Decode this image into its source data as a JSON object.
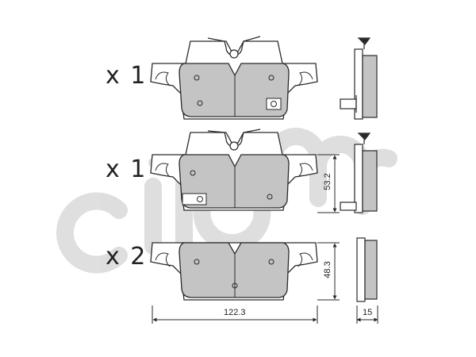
{
  "watermark": {
    "text": "cifam",
    "color": "#d9d9d9"
  },
  "quantities": [
    {
      "label": "x 1"
    },
    {
      "label": "x 1"
    },
    {
      "label": "x 2"
    }
  ],
  "dimensions": {
    "width": "122.3",
    "height_with_sensor": "53.2",
    "height_plain": "48.3",
    "thickness": "15"
  },
  "colors": {
    "pad_fill": "#c4c4c4",
    "outline": "#2a2a2a",
    "background": "#ffffff"
  }
}
